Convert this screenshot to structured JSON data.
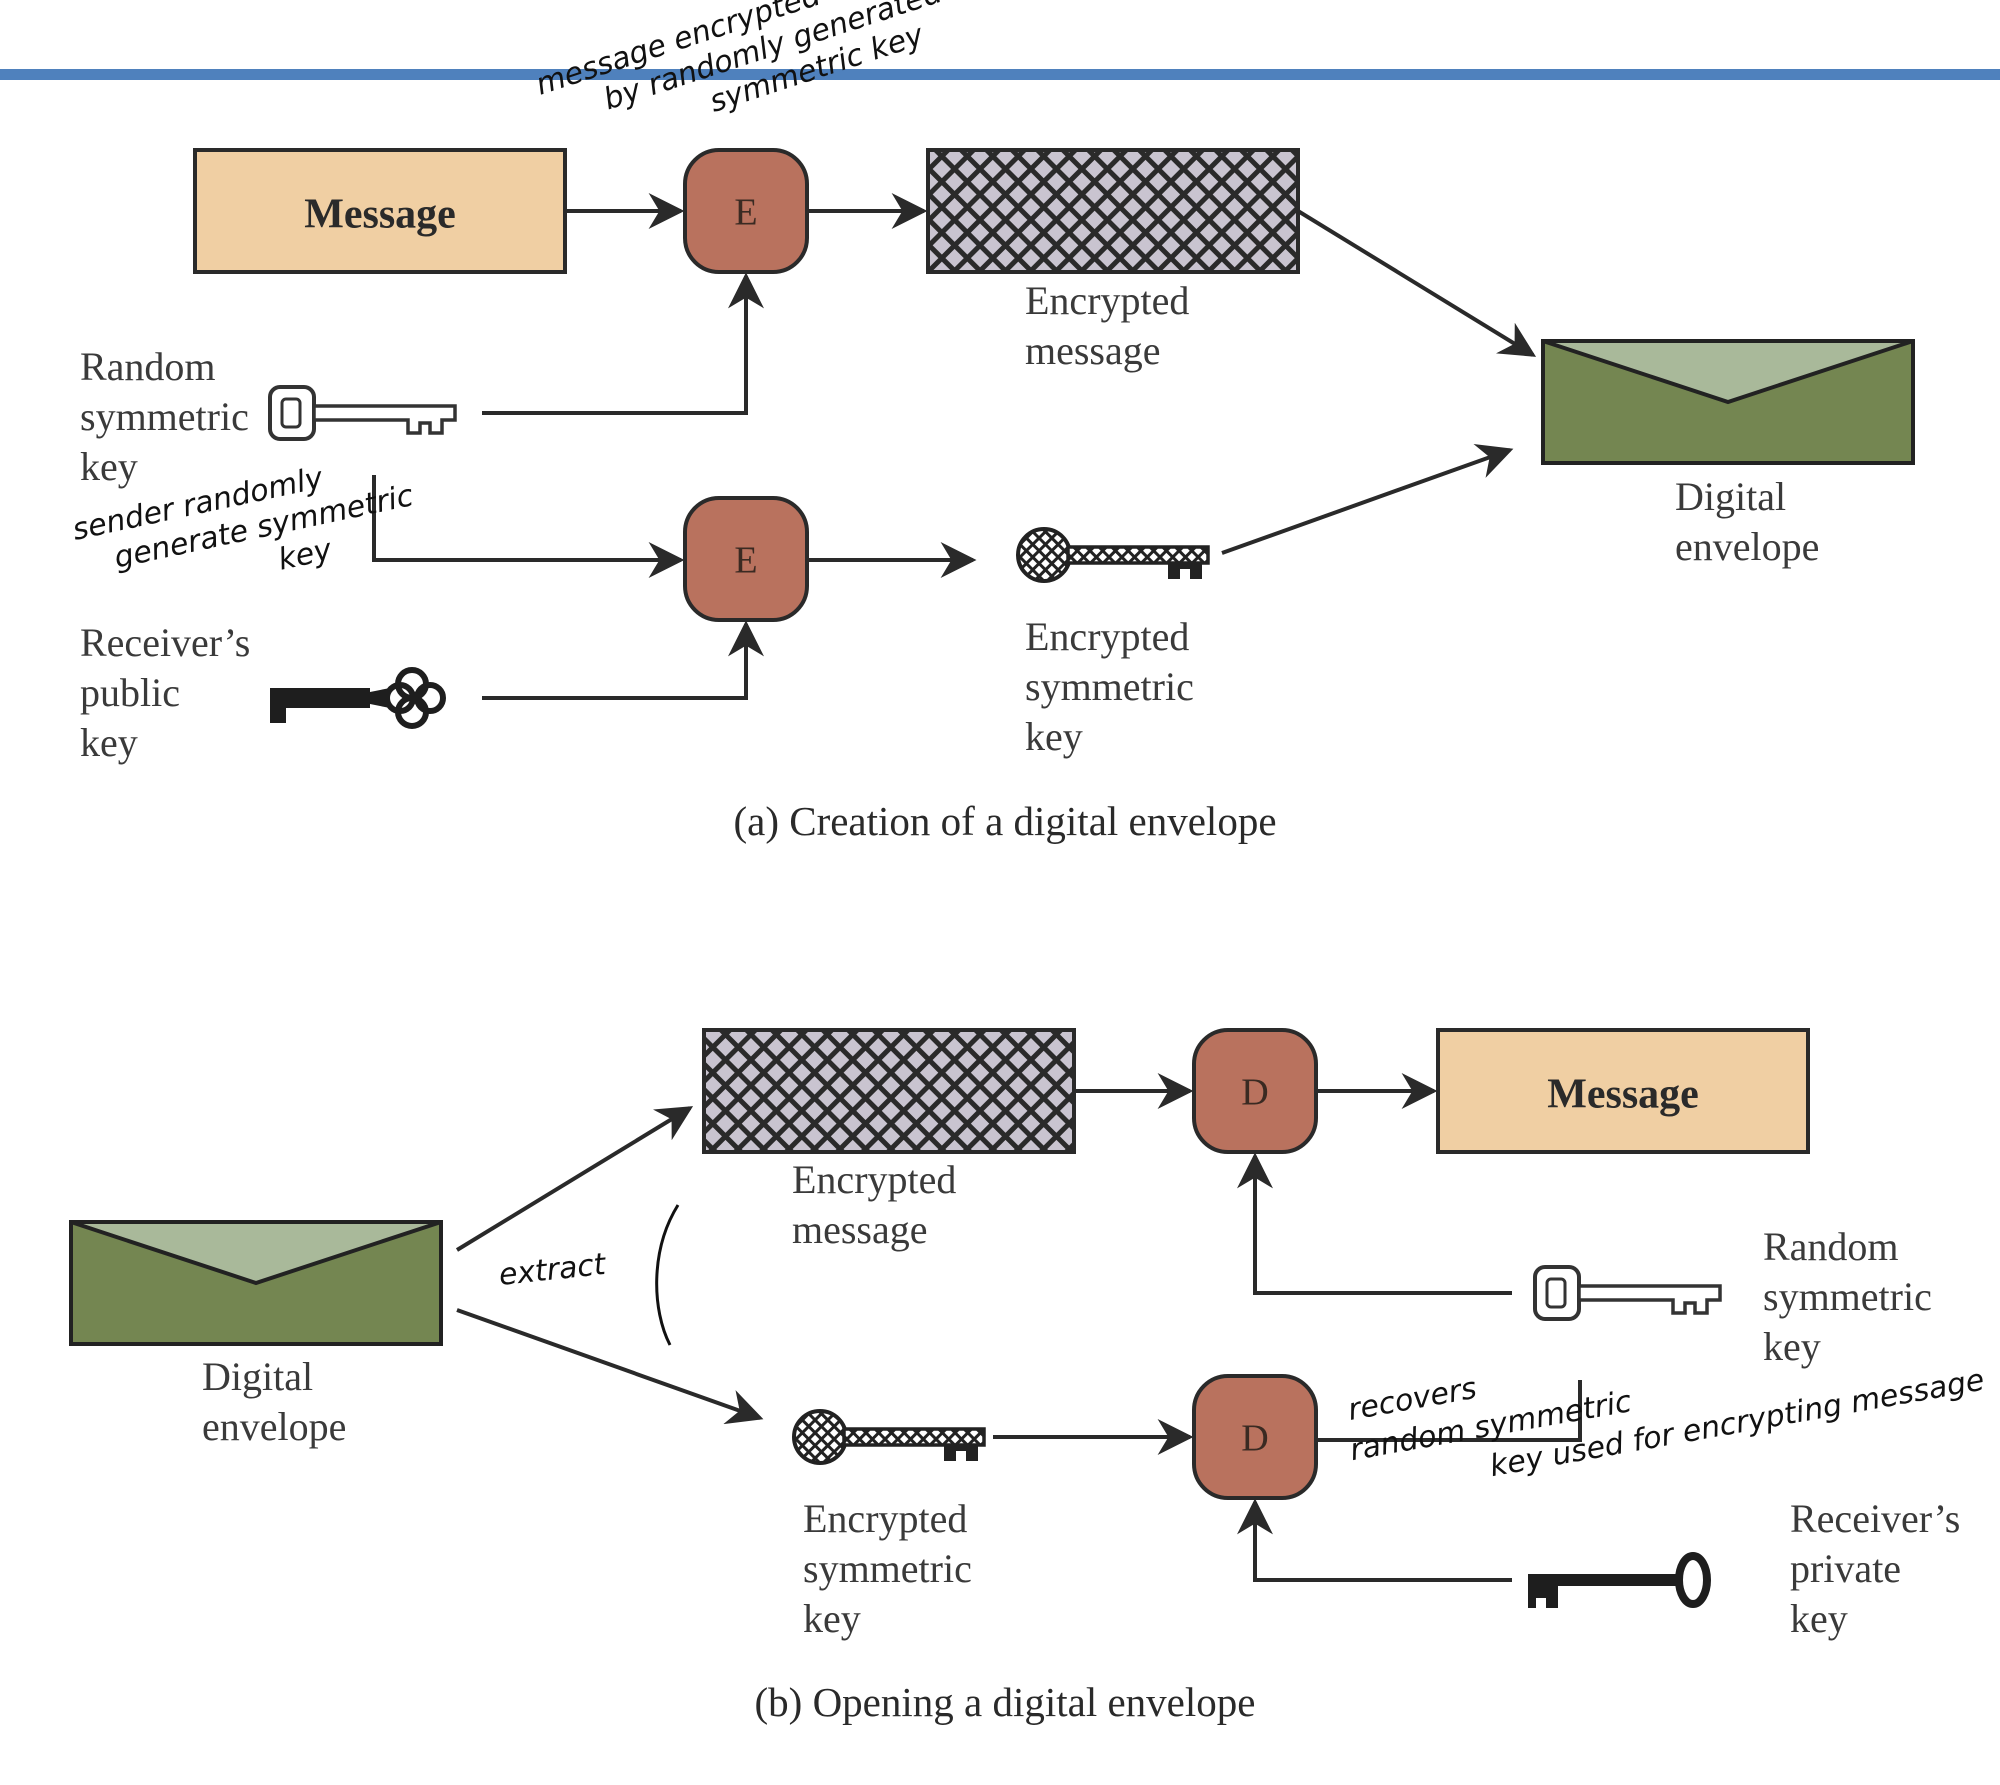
{
  "colors": {
    "rule": "#4f81bd",
    "message_box": "#f0cfa3",
    "operator": "#b9725e",
    "envelope_body": "#748651",
    "envelope_flap": "#a9b99a",
    "hatch_bg": "#c9c4d0",
    "hatch_line": "#2a2a2a"
  },
  "icons": {
    "random_key": "skeleton-key-outline-icon",
    "public_key": "dark-ornate-key-icon",
    "private_key": "dark-ring-key-icon",
    "encrypted_key": "hatched-key-icon",
    "envelope": "envelope-icon"
  },
  "creation": {
    "message": "Message",
    "encrypt_op": "E",
    "encrypted_message": [
      "Encrypted",
      "message"
    ],
    "random_key": [
      "Random",
      "symmetric",
      "key"
    ],
    "receiver_public_key": [
      "Receiver’s",
      "public",
      "key"
    ],
    "encrypted_symmetric_key": [
      "Encrypted",
      "symmetric",
      "key"
    ],
    "digital_envelope": [
      "Digital",
      "envelope"
    ],
    "caption": "(a) Creation of a digital envelope"
  },
  "opening": {
    "message": "Message",
    "decrypt_op": "D",
    "encrypted_message": [
      "Encrypted",
      "message"
    ],
    "digital_envelope": [
      "Digital",
      "envelope"
    ],
    "encrypted_symmetric_key": [
      "Encrypted",
      "symmetric",
      "key"
    ],
    "random_key": [
      "Random",
      "symmetric",
      "key"
    ],
    "receiver_private_key": [
      "Receiver’s",
      "private",
      "key"
    ],
    "caption": "(b) Opening a digital envelope"
  },
  "annotations": {
    "top_note": [
      "message encrypted",
      "by randomly generated",
      "symmetric key"
    ],
    "sender_note": [
      "sender randomly",
      "generate symmetric",
      "key"
    ],
    "extract_note": "extract",
    "recovers_note": [
      "recovers",
      "random symmetric",
      "key used for encrypting message"
    ]
  }
}
